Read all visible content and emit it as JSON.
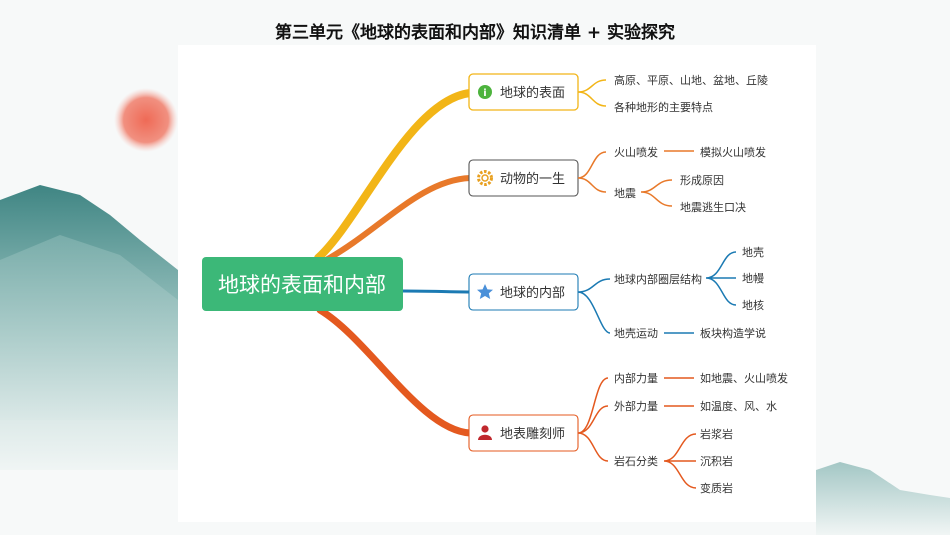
{
  "page": {
    "title": "第三单元《地球的表面和内部》知识清单 + 实验探究"
  },
  "root": {
    "label": "地球的表面和内部"
  },
  "branches": [
    {
      "label": "地球的表面",
      "icon": "info-icon",
      "color": "#f2b517",
      "items": [
        {
          "label": "高原、平原、山地、盆地、丘陵"
        },
        {
          "label": "各种地形的主要特点"
        }
      ]
    },
    {
      "label": "动物的一生",
      "icon": "gear-icon",
      "color": "#e8792a",
      "items": [
        {
          "label": "火山喷发",
          "child": "模拟火山喷发"
        },
        {
          "label": "地震",
          "children": [
            "形成原因",
            "地震逃生口决"
          ]
        }
      ]
    },
    {
      "label": "地球的内部",
      "icon": "star-icon",
      "color": "#1b7ab3",
      "items": [
        {
          "label": "地球内部圈层结构",
          "children": [
            "地壳",
            "地幔",
            "地核"
          ]
        },
        {
          "label": "地壳运动",
          "child": "板块构造学说"
        }
      ]
    },
    {
      "label": "地表雕刻师",
      "icon": "person-icon",
      "color": "#e4591f",
      "items": [
        {
          "label": "内部力量",
          "child": "如地震、火山喷发"
        },
        {
          "label": "外部力量",
          "child": "如温度、风、水"
        },
        {
          "label": "岩石分类",
          "children": [
            "岩浆岩",
            "沉积岩",
            "变质岩"
          ]
        }
      ]
    }
  ],
  "colors": {
    "root_fill": "#3cb878",
    "sun": "#ee6b57",
    "mountain": "#4c8f8c"
  }
}
